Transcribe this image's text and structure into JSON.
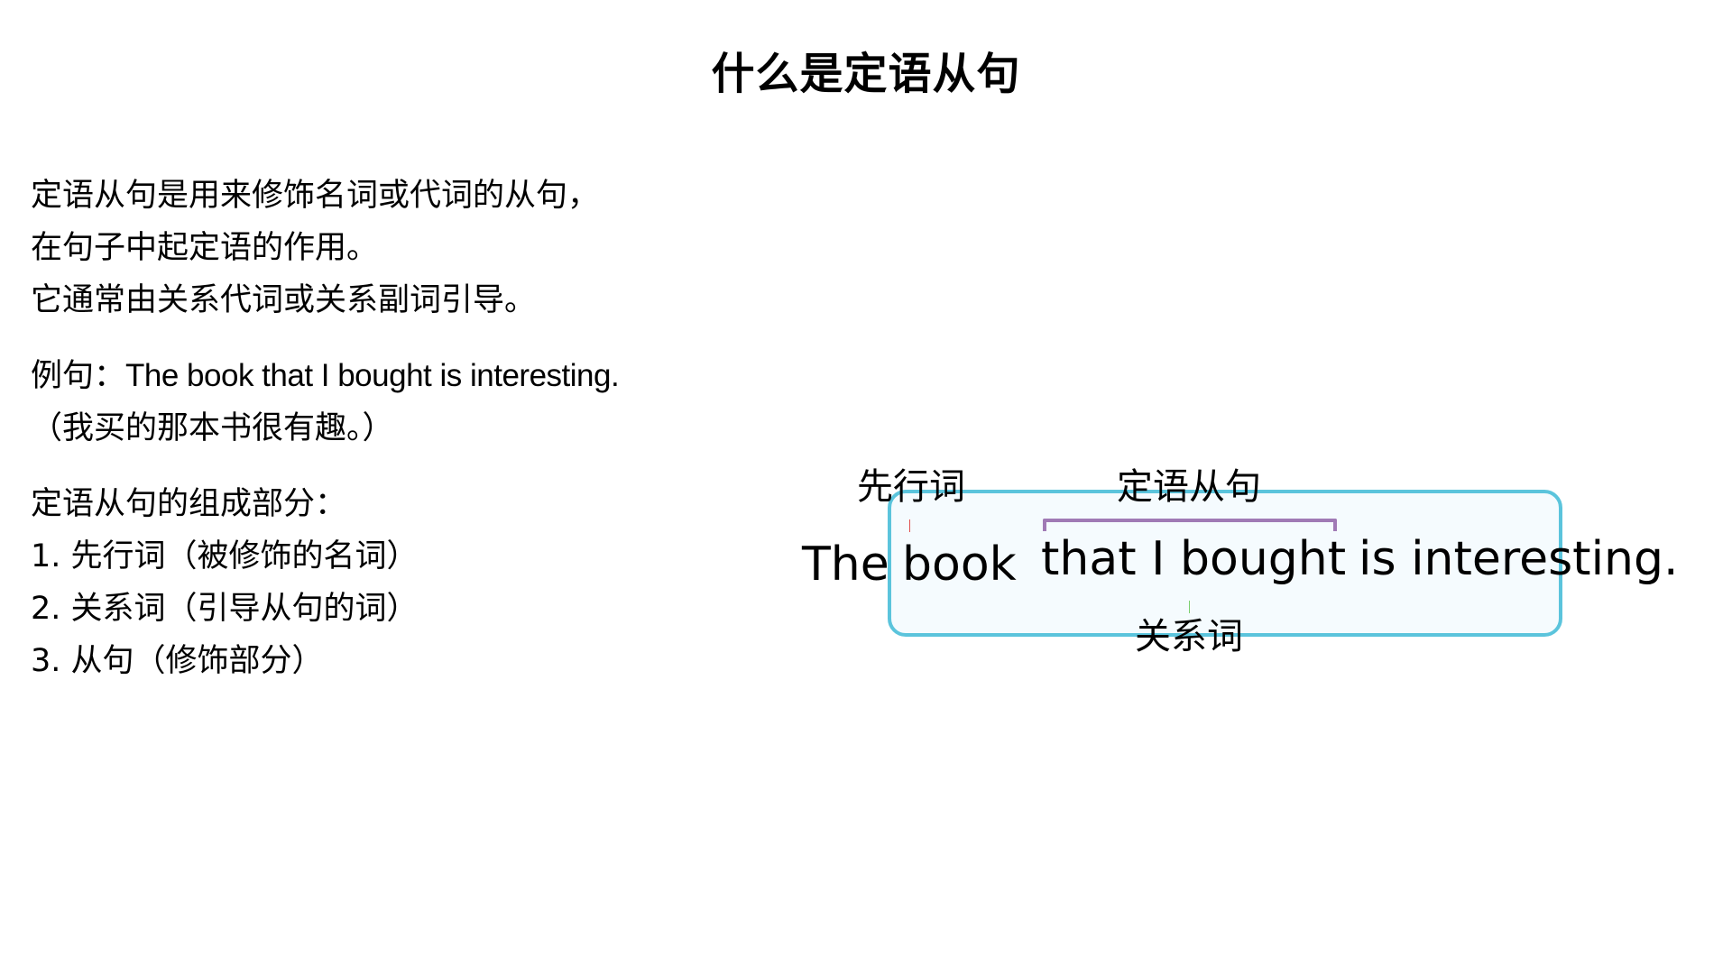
{
  "title": "什么是定语从句",
  "definition": {
    "lines": [
      "定语从句是用来修饰名词或代词的从句，",
      "在句子中起定语的作用。",
      "它通常由关系代词或关系副词引导。"
    ]
  },
  "example": {
    "prefix": "例句：",
    "sentence": "The book that I bought is interesting.",
    "translation": "（我买的那本书很有趣。）"
  },
  "components": {
    "heading": "定语从句的组成部分：",
    "items": [
      "1. 先行词（被修饰的名词）",
      "2. 关系词（引导从句的词）",
      "3. 从句（修饰部分）"
    ]
  },
  "diagram": {
    "words": {
      "the": "The",
      "book": "book",
      "clause": "that I bought",
      "rest": "is interesting."
    },
    "labels": {
      "antecedent": "先行词",
      "relative_clause": "定语从句",
      "relative_word": "关系词"
    },
    "colors": {
      "box_border": "#5bc4dc",
      "box_fill": "#f5fbfe",
      "bracket": "#a07ab5",
      "antecedent_arrow": "#e05050",
      "relative_arrow": "#7ccf6f"
    }
  }
}
